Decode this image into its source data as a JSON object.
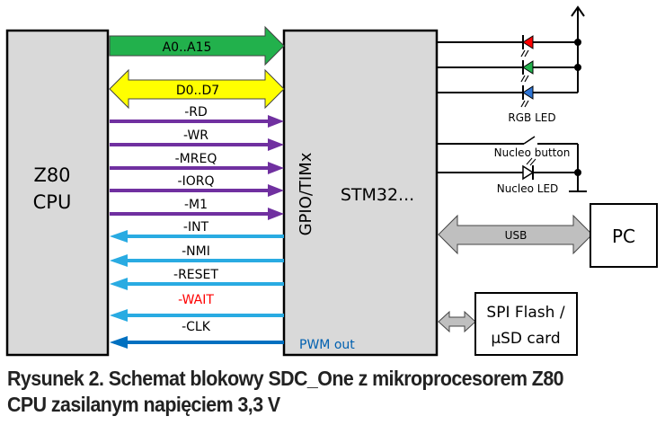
{
  "blocks": {
    "cpu": {
      "line1": "Z80",
      "line2": "CPU"
    },
    "mcu": {
      "name": "STM32...",
      "side_label": "GPIO/TIMx",
      "pwm_label": "PWM out"
    },
    "pc": {
      "label": "PC"
    },
    "storage": {
      "line1": "SPI Flash /",
      "line2": "µSD card"
    }
  },
  "buses": {
    "address": {
      "label": "A0..A15",
      "color": "#22b14c",
      "direction": "cpu-to-mcu"
    },
    "data": {
      "label": "D0..D7",
      "color": "#ffff00",
      "direction": "bidirectional"
    },
    "usb": {
      "label": "USB",
      "color": "#bfbfbf",
      "direction": "bidirectional"
    },
    "spi": {
      "label": "",
      "color": "#bfbfbf",
      "direction": "bidirectional"
    }
  },
  "signals": [
    {
      "label": "-RD",
      "direction": "cpu-to-mcu",
      "color": "#7030a0",
      "label_color": "#000000"
    },
    {
      "label": "-WR",
      "direction": "cpu-to-mcu",
      "color": "#7030a0",
      "label_color": "#000000"
    },
    {
      "label": "-MREQ",
      "direction": "cpu-to-mcu",
      "color": "#7030a0",
      "label_color": "#000000"
    },
    {
      "label": "-IORQ",
      "direction": "cpu-to-mcu",
      "color": "#7030a0",
      "label_color": "#000000"
    },
    {
      "label": "-M1",
      "direction": "cpu-to-mcu",
      "color": "#7030a0",
      "label_color": "#000000"
    },
    {
      "label": "-INT",
      "direction": "mcu-to-cpu",
      "color": "#29abe2",
      "label_color": "#000000"
    },
    {
      "label": "-NMI",
      "direction": "mcu-to-cpu",
      "color": "#29abe2",
      "label_color": "#000000"
    },
    {
      "label": "-RESET",
      "direction": "mcu-to-cpu",
      "color": "#29abe2",
      "label_color": "#000000"
    },
    {
      "label": "-WAIT",
      "direction": "mcu-to-cpu",
      "color": "#29abe2",
      "label_color": "#ff0000"
    },
    {
      "label": "-CLK",
      "direction": "mcu-to-cpu",
      "color": "#0070c0",
      "label_color": "#000000"
    }
  ],
  "peripherals": {
    "rgb_led": {
      "label": "RGB LED",
      "colors": [
        "#ff0000",
        "#22b14c",
        "#2e75d6"
      ]
    },
    "button": {
      "label": "Nucleo button"
    },
    "user_led": {
      "label": "Nucleo LED"
    }
  },
  "caption": {
    "line1": "Rysunek 2. Schemat blokowy SDC_One z mikroprocesorem Z80",
    "line2": "CPU zasilanym napięciem 3,3 V"
  }
}
